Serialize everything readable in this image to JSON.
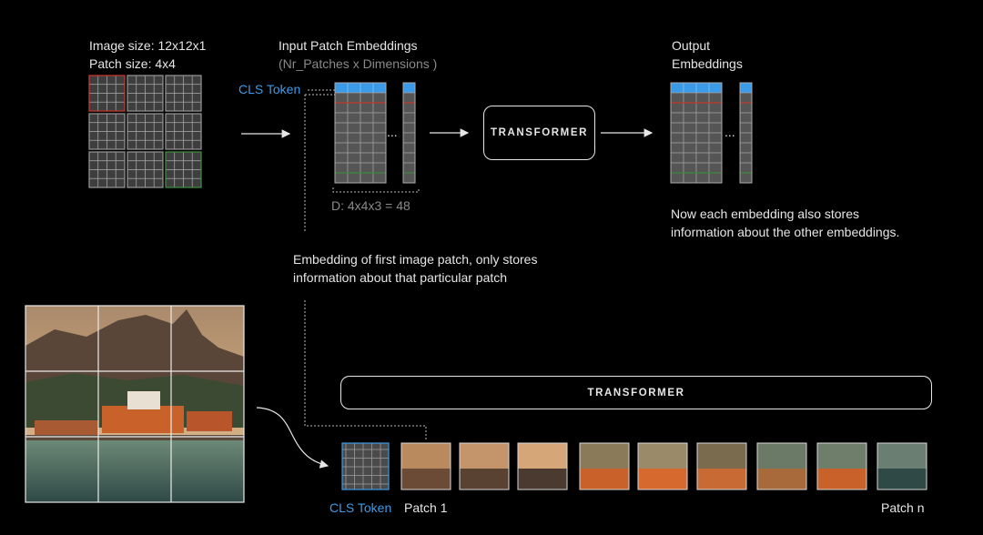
{
  "top": {
    "image_size": "Image size: 12x12x1",
    "patch_size": "Patch size: 4x4",
    "input_title": "Input Patch Embeddings",
    "input_subtitle": "(Nr_Patches x Dimensions )",
    "cls_token": "CLS Token",
    "ellipsis": "...",
    "d_label": "D: 4x4x3 = 48",
    "transformer": "TRANSFORMER",
    "output_title_1": "Output",
    "output_title_2": "Embeddings",
    "output_note_1": "Now each embedding also stores",
    "output_note_2": "information about the other embeddings.",
    "patch_note_1": "Embedding of first image patch, only stores",
    "patch_note_2": "information about that particular patch"
  },
  "bottom": {
    "transformer": "TRANSFORMER",
    "cls_token": "CLS Token",
    "patch_first": "Patch 1",
    "patch_last": "Patch n"
  },
  "colors": {
    "accent_blue": "#3b9be8",
    "red_row": "#c0392b",
    "green_row": "#3f8a3c",
    "grid": "#8f8f8f",
    "cell": "#555555"
  }
}
